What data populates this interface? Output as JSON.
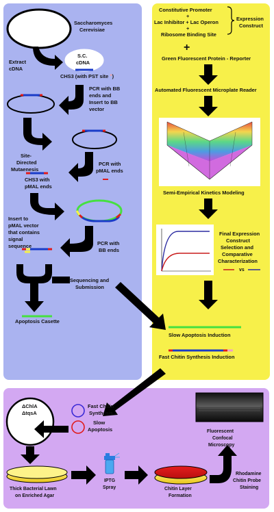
{
  "left_panel": {
    "cell_label_line1": "Saccharomyces",
    "cell_label_line2": "Cerevisiae",
    "extract_line1": "Extract",
    "extract_line2": "cDNA",
    "sc_line1": "S.C.",
    "sc_line2": "cDNA",
    "chs3_prefix": "CHS3 (with PST site",
    "chs3_suffix": ")",
    "pcr_bb_line1": "PCR with BB",
    "pcr_bb_line2": "ends and",
    "pcr_bb_line3": "Insert to BB",
    "pcr_bb_line4": "vector",
    "sdm_line1": "Site-",
    "sdm_line2": "Directed",
    "sdm_line3": "Mutaenesis",
    "pcr_pmal_line1": "PCR with",
    "pcr_pmal_line2": "pMAL ends",
    "chs3_pmal_line1": "CHS3 with",
    "chs3_pmal_line2": "pMAL ends",
    "insert_line1": "Insert to",
    "insert_line2": "pMAL vector",
    "insert_line3": "that contains",
    "insert_line4": "signal",
    "insert_line5": "sequence",
    "pcr_bb2_line1": "PCR with",
    "pcr_bb2_line2": "BB ends",
    "seq_line1": "Sequencing and",
    "seq_line2": "Submission",
    "apoptosis_casette": "Apoptosis Casette"
  },
  "right_panel": {
    "promoter": "Constitutive Promoter",
    "plus1": "+",
    "inhibitor": "Lac Inhibitor + Lac Operon",
    "plus2": "+",
    "rbs": "Ribosome Binding Site",
    "expression_line1": "Expression",
    "expression_line2": "Construct",
    "big_plus": "+",
    "gfp": "Green Fluorescent Protein - Reporter",
    "reader": "Automated Fluorescent Microplate Reader",
    "modeling": "Semi-Empirical Kinetics Modeling",
    "final_line1": "Final Expression",
    "final_line2": "Construct",
    "final_line3": "Selection and",
    "final_line4": "Comparative",
    "final_line5": "Characterization",
    "vs": "vs",
    "slow_apoptosis": "Slow Apoptosis Induction",
    "fast_chitin": "Fast Chitin Synthesis Induction"
  },
  "bottom_panel": {
    "cell_line1": "ΔChlA",
    "cell_line2": "ΔtqsA",
    "fast_line1": "Fast Chitin",
    "fast_line2": "Synthesis",
    "slow_line1": "Slow",
    "slow_line2": "Apoptosis",
    "lawn_line1": "Thick Bacterial Lawn",
    "lawn_line2": "on Enriched Agar",
    "iptg_line1": "IPTG",
    "iptg_line2": "Spray",
    "chitin_line1": "Chitin Layer",
    "chitin_line2": "Formation",
    "micro_line1": "Fluorescent",
    "micro_line2": "Confocal",
    "micro_line3": "Microscopy",
    "stain_line1": "Rhodamine",
    "stain_line2": "Chitin Probe",
    "stain_line3": "Staining"
  },
  "colors": {
    "left_panel_bg": "#aab3f0",
    "right_panel_bg": "#f7f04a",
    "bottom_panel_bg": "#d3a8f2",
    "blue_line": "#1a3cc8",
    "red_line": "#e01b1b",
    "green_line": "#46e040"
  }
}
